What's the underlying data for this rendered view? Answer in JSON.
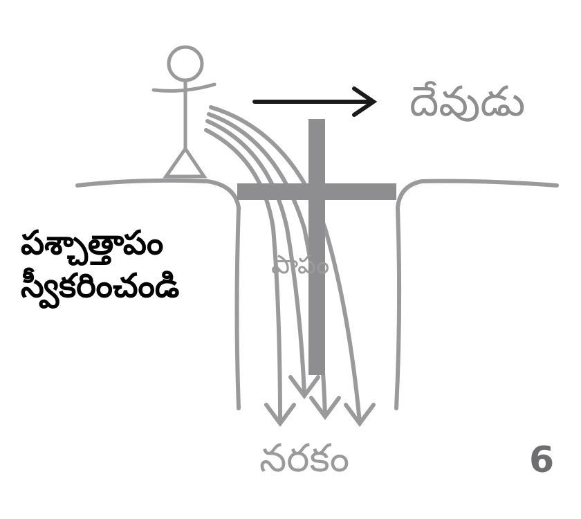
{
  "labels": {
    "god": "దేవుడు",
    "repent_line1": "పశ్చాత్తాపం",
    "repent_line2": "స్వీకరించండి",
    "sin": "పాపం",
    "hell": "నరకం",
    "page_number": "6"
  },
  "colors": {
    "ground": "#9a9a9c",
    "cross": "#8e8e90",
    "arrow": "#1a1a1a"
  }
}
